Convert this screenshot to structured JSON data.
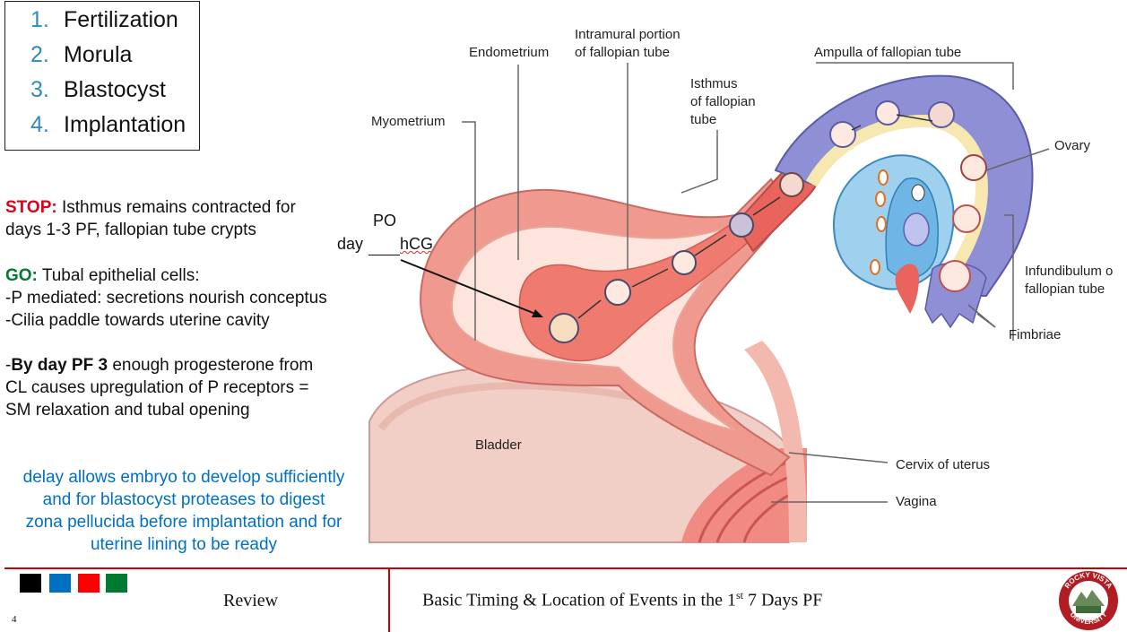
{
  "steps": [
    {
      "num": "1.",
      "label": "Fertilization"
    },
    {
      "num": "2.",
      "label": "Morula"
    },
    {
      "num": "3.",
      "label": "Blastocyst"
    },
    {
      "num": "4.",
      "label": "Implantation"
    }
  ],
  "stop": {
    "keyword": "STOP:",
    "line1": " Isthmus remains contracted for",
    "line2": "days 1-3 PF, fallopian tube crypts"
  },
  "go": {
    "keyword": "GO:",
    "line1": " Tubal epithelial cells:",
    "line2": "-P mediated: secretions nourish conceptus",
    "line3": "-Cilia paddle towards uterine cavity"
  },
  "day3": {
    "prefix": "-",
    "bold": "By day PF 3",
    "line1_rest": " enough progesterone from",
    "line2": "CL causes upregulation of P receptors =",
    "line3": "SM relaxation and tubal opening"
  },
  "delay": {
    "line1": "delay allows embryo to develop sufficiently",
    "line2": "and for blastocyst proteases to digest",
    "line3": "zona pellucida before implantation and for",
    "line4": "uterine lining to be ready"
  },
  "annotation": {
    "po": "PO",
    "day": "day",
    "hcg": "hCG"
  },
  "diagram_labels": {
    "intramural_1": "Intramural portion",
    "intramural_2": "of fallopian tube",
    "endometrium": "Endometrium",
    "ampulla": "Ampulla of fallopian tube",
    "isthmus_1": "Isthmus",
    "isthmus_2": "of fallopian",
    "isthmus_3": "tube",
    "myometrium": "Myometrium",
    "ovary": "Ovary",
    "infundibulum_1": "Infundibulum o",
    "infundibulum_2": "fallopian tube",
    "fimbriae": "Fimbriae",
    "bladder": "Bladder",
    "cervix": "Cervix of uterus",
    "vagina": "Vagina"
  },
  "colors": {
    "black": "#000000",
    "blue": "#0070c0",
    "red": "#ff0000",
    "green": "#007a33",
    "accent": "#cc0000"
  },
  "footer": {
    "left": "Review",
    "title_pre": "Basic Timing & Location of  Events in the 1",
    "title_sup": "st",
    "title_post": " 7 Days PF",
    "page": "4",
    "logo_top": "ROCKY VISTA",
    "logo_bottom": "UNIVERSITY"
  }
}
